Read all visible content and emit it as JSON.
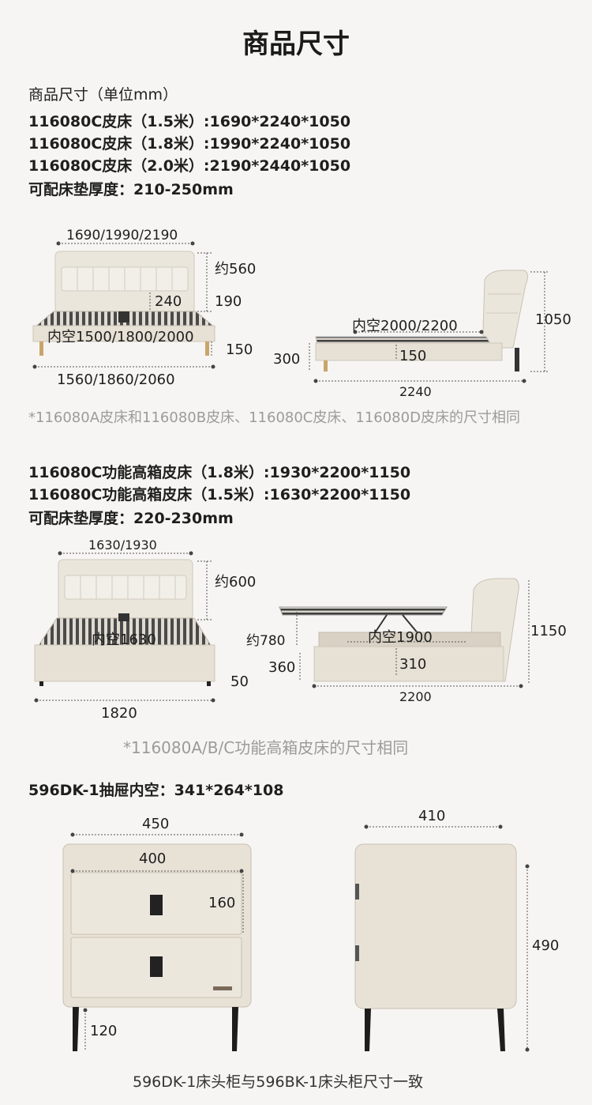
{
  "title": "商品尺寸",
  "section1": {
    "lines": [
      "商品尺寸（单位mm）",
      "116080C皮床（1.5米）:1690*2240*1050",
      "116080C皮床（1.8米）:1990*2240*1050",
      "116080C皮床（2.0米）:2190*2440*1050",
      "可配床垫厚度：210-250mm"
    ],
    "front": {
      "top_width": "1690/1990/2190",
      "headboard_height": "约560",
      "cushion": "240",
      "rail": "190",
      "inner": "内空1500/1800/2000",
      "leg": "150",
      "bottom_width": "1560/1860/2060"
    },
    "side": {
      "inner": "内空2000/2200",
      "height": "1050",
      "base": "300",
      "rail": "150",
      "length": "2240"
    },
    "note": "*116080A皮床和116080B皮床、116080C皮床、116080D皮床的尺寸相同"
  },
  "section2": {
    "lines": [
      "116080C功能高箱皮床（1.8米）:1930*2200*1150",
      "116080C功能高箱皮床（1.5米）:1630*2200*1150",
      "可配床垫厚度：220-230mm"
    ],
    "front": {
      "top_width": "1630/1930",
      "headboard_height": "约600",
      "inner": "内空1630",
      "leg": "50",
      "bottom_width": "1820"
    },
    "side": {
      "lift": "约780",
      "inner": "内空1900",
      "height": "1150",
      "base": "360",
      "rail": "310",
      "length": "2200"
    },
    "note": "*116080A/B/C功能高箱皮床的尺寸相同"
  },
  "section3": {
    "heading": "596DK-1抽屉内空：341*264*108",
    "front": {
      "outer_width": "450",
      "drawer_width": "400",
      "drawer_height": "160",
      "leg": "120"
    },
    "side": {
      "depth": "410",
      "height": "490"
    },
    "note": "596DK-1床头柜与596BK-1床头柜尺寸一致"
  },
  "colors": {
    "upholstery": "#ebe6dc",
    "upholstery_shade": "#d8d1c4",
    "slats": "#4a4a4a",
    "leg_gold": "#c9a56a",
    "leg_black": "#222222",
    "background": "#f6f5f3"
  }
}
